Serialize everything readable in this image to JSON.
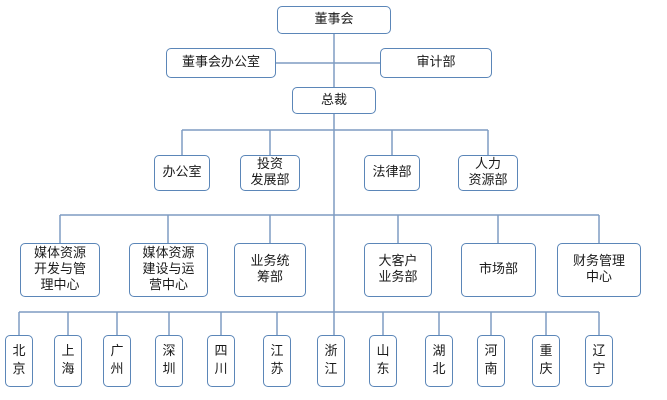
{
  "colors": {
    "line": "#7f9cc2",
    "border": "#5b86b8",
    "text": "#1a1a1a"
  },
  "board": "董事会",
  "board_office": "董事会办公室",
  "audit": "审计部",
  "ceo": "总裁",
  "departments": [
    "办公室",
    "投资\n发展部",
    "法律部",
    "人力\n资源部"
  ],
  "centers": [
    "媒体资源\n开发与管\n理中心",
    "媒体资源\n建设与运\n营中心",
    "业务统\n筹部",
    "大客户\n业务部",
    "市场部",
    "财务管理\n中心"
  ],
  "regions": [
    "北\n京",
    "上\n海",
    "广\n州",
    "深\n圳",
    "四\n川",
    "江\n苏",
    "浙\n江",
    "山\n东",
    "湖\n北",
    "河\n南",
    "重\n庆",
    "辽\n宁"
  ]
}
